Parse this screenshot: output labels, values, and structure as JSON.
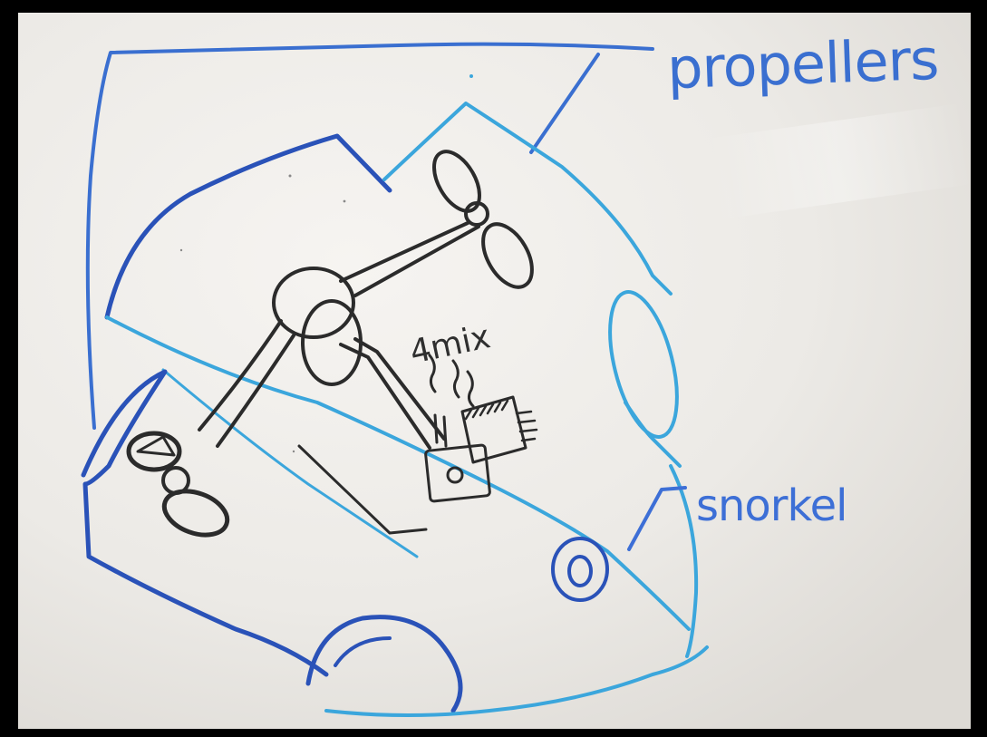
{
  "labels": {
    "propellers": "propellers",
    "snorkel": "snorkel",
    "mix": "4mix"
  },
  "colors": {
    "background_frame": "#000000",
    "whiteboard": "#f1efec",
    "marker_dark_blue": "#2a52b8",
    "marker_light_blue": "#3ba6dc",
    "marker_mid_blue": "#3a6fd0",
    "marker_black": "#2b2b2b"
  }
}
